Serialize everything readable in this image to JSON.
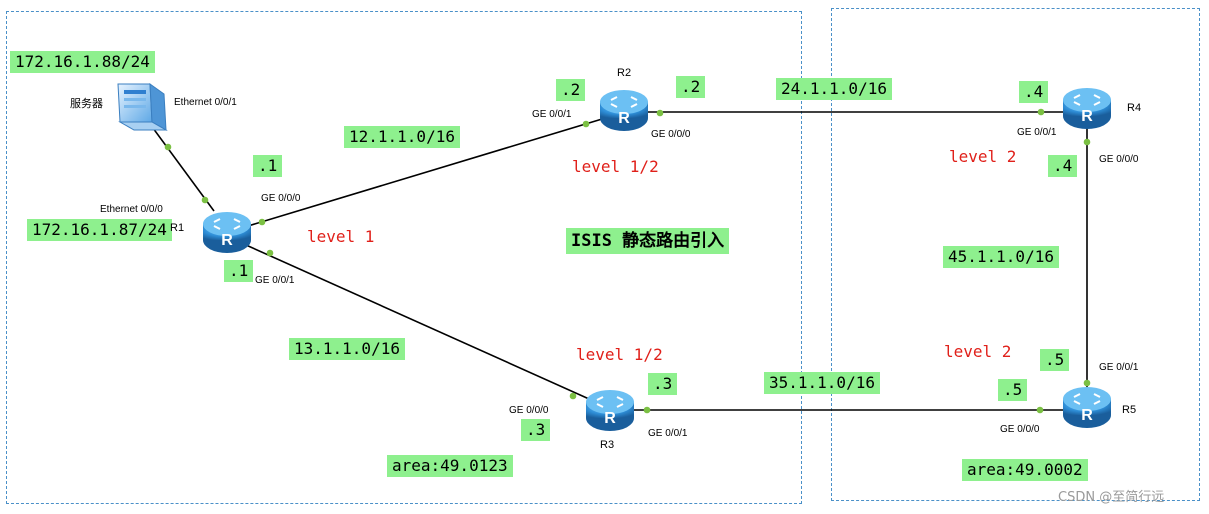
{
  "diagram": {
    "title": "ISIS 静态路由引入",
    "routers": {
      "r1": {
        "name": "R1"
      },
      "r2": {
        "name": "R2"
      },
      "r3": {
        "name": "R3"
      },
      "r4": {
        "name": "R4"
      },
      "r5": {
        "name": "R5"
      }
    },
    "server": {
      "name": "服务器",
      "ip": "172.16.1.88/24",
      "port": "Ethernet 0/0/1"
    },
    "r1_server_side": {
      "port": "Ethernet 0/0/0",
      "ip": "172.16.1.87/24"
    },
    "links": {
      "r1_r2": {
        "network": "12.1.1.0/16",
        "r1_suffix": ".1",
        "r1_port": "GE 0/0/0",
        "r2_suffix": ".2",
        "r2_port": "GE 0/0/1"
      },
      "r1_r3": {
        "network": "13.1.1.0/16",
        "r1_suffix": ".1",
        "r1_port": "GE 0/0/1",
        "r3_suffix": ".3",
        "r3_port": "GE 0/0/0"
      },
      "r2_r4": {
        "network": "24.1.1.0/16",
        "r2_suffix": ".2",
        "r2_port": "GE 0/0/0",
        "r4_suffix": ".4",
        "r4_port": "GE 0/0/1"
      },
      "r3_r5": {
        "network": "35.1.1.0/16",
        "r3_suffix": ".3",
        "r3_port": "GE 0/0/1",
        "r5_suffix": ".5",
        "r5_port": "GE 0/0/0"
      },
      "r4_r5": {
        "network": "45.1.1.0/16",
        "r4_suffix": ".4",
        "r4_port": "GE 0/0/0",
        "r5_suffix": ".5",
        "r5_port": "GE 0/0/1"
      }
    },
    "levels": {
      "r1": "level 1",
      "r2": "level 1/2",
      "r3": "level 1/2",
      "r4": "level 2",
      "r5": "level 2"
    },
    "areas": {
      "left": "area:49.0123",
      "right": "area:49.0002"
    },
    "colors": {
      "label_bg": "#8ef08e",
      "level_text": "#e0201a",
      "area_border": "#4a90c8",
      "port_dot": "#7bc043",
      "router_body": "#2f8fd8"
    },
    "watermark": "CSDN @至简行远"
  }
}
